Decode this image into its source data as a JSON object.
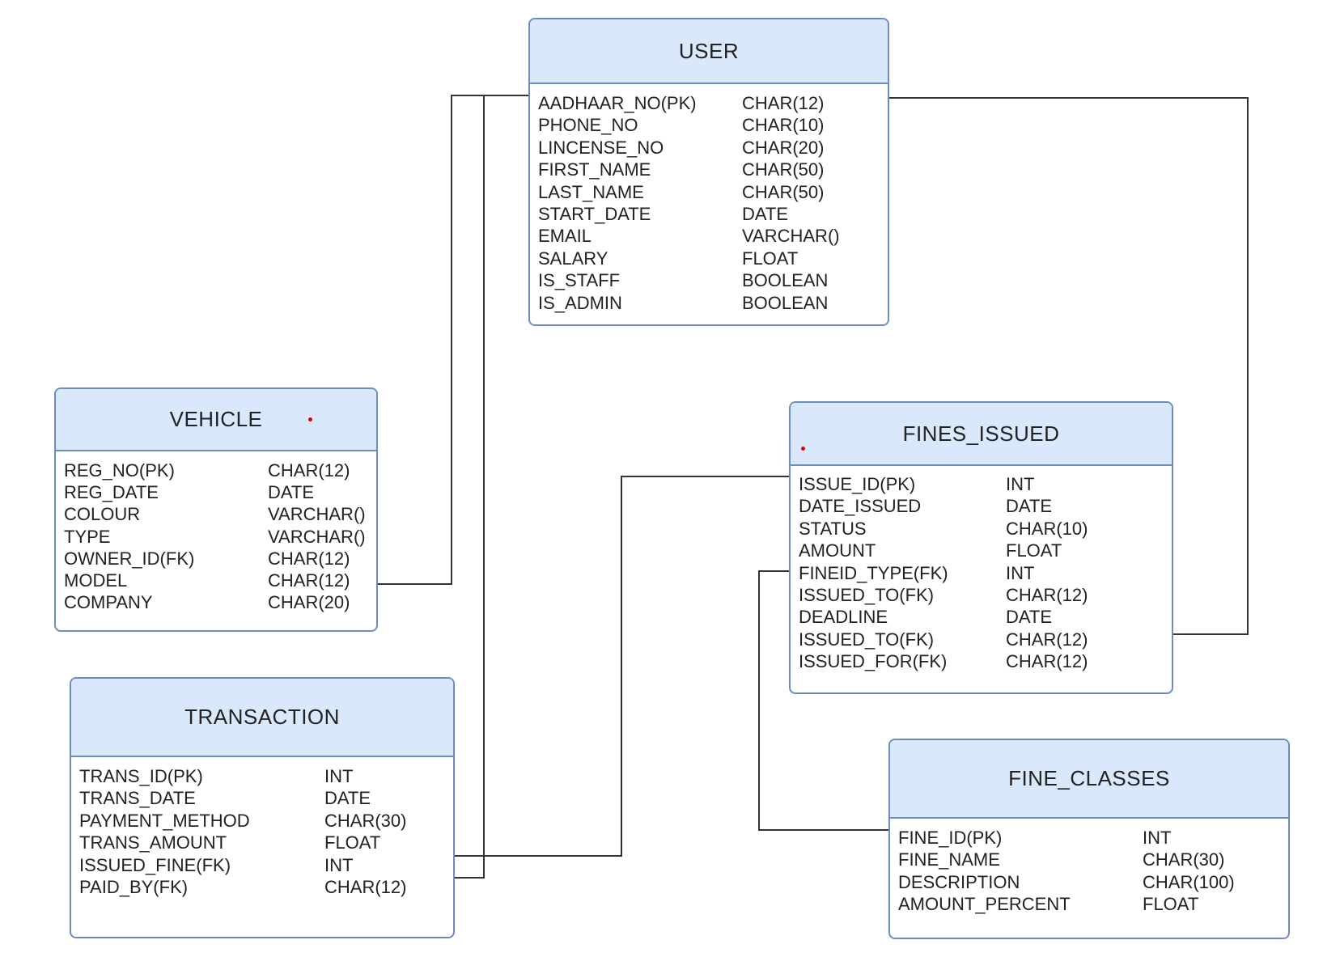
{
  "entities": {
    "user": {
      "title": "USER",
      "fields": [
        {
          "name": "AADHAAR_NO(PK)",
          "type": "CHAR(12)"
        },
        {
          "name": "PHONE_NO",
          "type": "CHAR(10)"
        },
        {
          "name": "LINCENSE_NO",
          "type": "CHAR(20)"
        },
        {
          "name": "FIRST_NAME",
          "type": "CHAR(50)"
        },
        {
          "name": "LAST_NAME",
          "type": "CHAR(50)"
        },
        {
          "name": "START_DATE",
          "type": "DATE"
        },
        {
          "name": "EMAIL",
          "type": "VARCHAR()"
        },
        {
          "name": "SALARY",
          "type": "FLOAT"
        },
        {
          "name": "IS_STAFF",
          "type": "BOOLEAN"
        },
        {
          "name": "IS_ADMIN",
          "type": "BOOLEAN"
        }
      ]
    },
    "vehicle": {
      "title": "VEHICLE",
      "fields": [
        {
          "name": "REG_NO(PK)",
          "type": "CHAR(12)"
        },
        {
          "name": "REG_DATE",
          "type": "DATE"
        },
        {
          "name": "COLOUR",
          "type": "VARCHAR()"
        },
        {
          "name": "TYPE",
          "type": "VARCHAR()"
        },
        {
          "name": "OWNER_ID(FK)",
          "type": "CHAR(12)"
        },
        {
          "name": "MODEL",
          "type": "CHAR(12)"
        },
        {
          "name": "COMPANY",
          "type": "CHAR(20)"
        }
      ]
    },
    "fines_issued": {
      "title": "FINES_ISSUED",
      "fields": [
        {
          "name": "ISSUE_ID(PK)",
          "type": "INT"
        },
        {
          "name": "DATE_ISSUED",
          "type": "DATE"
        },
        {
          "name": "STATUS",
          "type": "CHAR(10)"
        },
        {
          "name": "AMOUNT",
          "type": "FLOAT"
        },
        {
          "name": "FINEID_TYPE(FK)",
          "type": "INT"
        },
        {
          "name": "ISSUED_TO(FK)",
          "type": "CHAR(12)"
        },
        {
          "name": "DEADLINE",
          "type": "DATE"
        },
        {
          "name": "ISSUED_TO(FK)",
          "type": "CHAR(12)"
        },
        {
          "name": "ISSUED_FOR(FK)",
          "type": "CHAR(12)"
        }
      ]
    },
    "transaction": {
      "title": "TRANSACTION",
      "fields": [
        {
          "name": "TRANS_ID(PK)",
          "type": "INT"
        },
        {
          "name": "TRANS_DATE",
          "type": "DATE"
        },
        {
          "name": "PAYMENT_METHOD",
          "type": "CHAR(30)"
        },
        {
          "name": "TRANS_AMOUNT",
          "type": "FLOAT"
        },
        {
          "name": "ISSUED_FINE(FK)",
          "type": "INT"
        },
        {
          "name": "PAID_BY(FK)",
          "type": "CHAR(12)"
        }
      ]
    },
    "fine_classes": {
      "title": "FINE_CLASSES",
      "fields": [
        {
          "name": "FINE_ID(PK)",
          "type": "INT"
        },
        {
          "name": "FINE_NAME",
          "type": "CHAR(30)"
        },
        {
          "name": "DESCRIPTION",
          "type": "CHAR(100)"
        },
        {
          "name": "AMOUNT_PERCENT",
          "type": "FLOAT"
        }
      ]
    }
  },
  "connectors": [
    {
      "from": "user.AADHAAR_NO(PK)",
      "to": "vehicle.OWNER_ID(FK)"
    },
    {
      "from": "user.AADHAAR_NO(PK)",
      "to": "transaction.PAID_BY(FK)"
    },
    {
      "from": "user.AADHAAR_NO(PK)",
      "to": "fines_issued.ISSUED_TO(FK)"
    },
    {
      "from": "fines_issued.ISSUE_ID(PK)",
      "to": "transaction.ISSUED_FINE(FK)"
    },
    {
      "from": "fine_classes.FINE_ID(PK)",
      "to": "fines_issued.FINEID_TYPE(FK)"
    }
  ],
  "colors": {
    "header_fill": "#dae8fc",
    "border": "#6c8ebf",
    "connector": "#333333",
    "marker_dot": "#e00000"
  }
}
